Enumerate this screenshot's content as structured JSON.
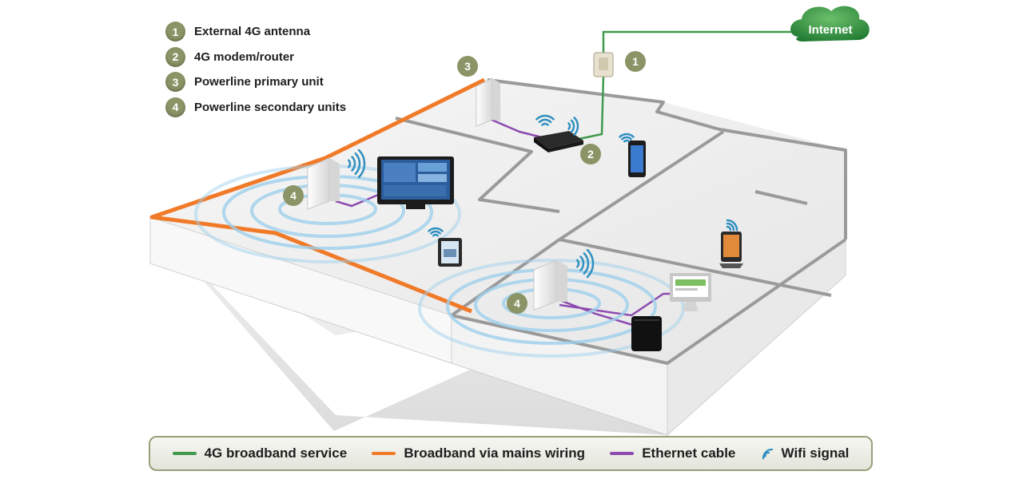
{
  "key": {
    "items": [
      {
        "number": "1",
        "label": "External 4G antenna"
      },
      {
        "number": "2",
        "label": "4G modem/router"
      },
      {
        "number": "3",
        "label": "Powerline primary unit"
      },
      {
        "number": "4",
        "label": "Powerline secondary units"
      }
    ]
  },
  "cloud": {
    "label": "Internet"
  },
  "markers": {
    "antenna": "1",
    "router": "2",
    "primary": "3",
    "secondary_left": "4",
    "secondary_right": "4"
  },
  "legend": {
    "items": [
      {
        "label": "4G broadband service",
        "color": "#3f9a4d"
      },
      {
        "label": "Broadband via mains wiring",
        "color": "#f07a28"
      },
      {
        "label": "Ethernet cable",
        "color": "#8c4bb0"
      },
      {
        "label": "Wifi signal",
        "color": "#2f8fc0"
      }
    ]
  },
  "colors": {
    "service_line": "#3f9a4d",
    "mains_wiring": "#f07a28",
    "ethernet": "#8c4bb0",
    "wifi": "#2f8fc0",
    "marker": "#8a9466",
    "cloud": "#2f8a3e"
  }
}
